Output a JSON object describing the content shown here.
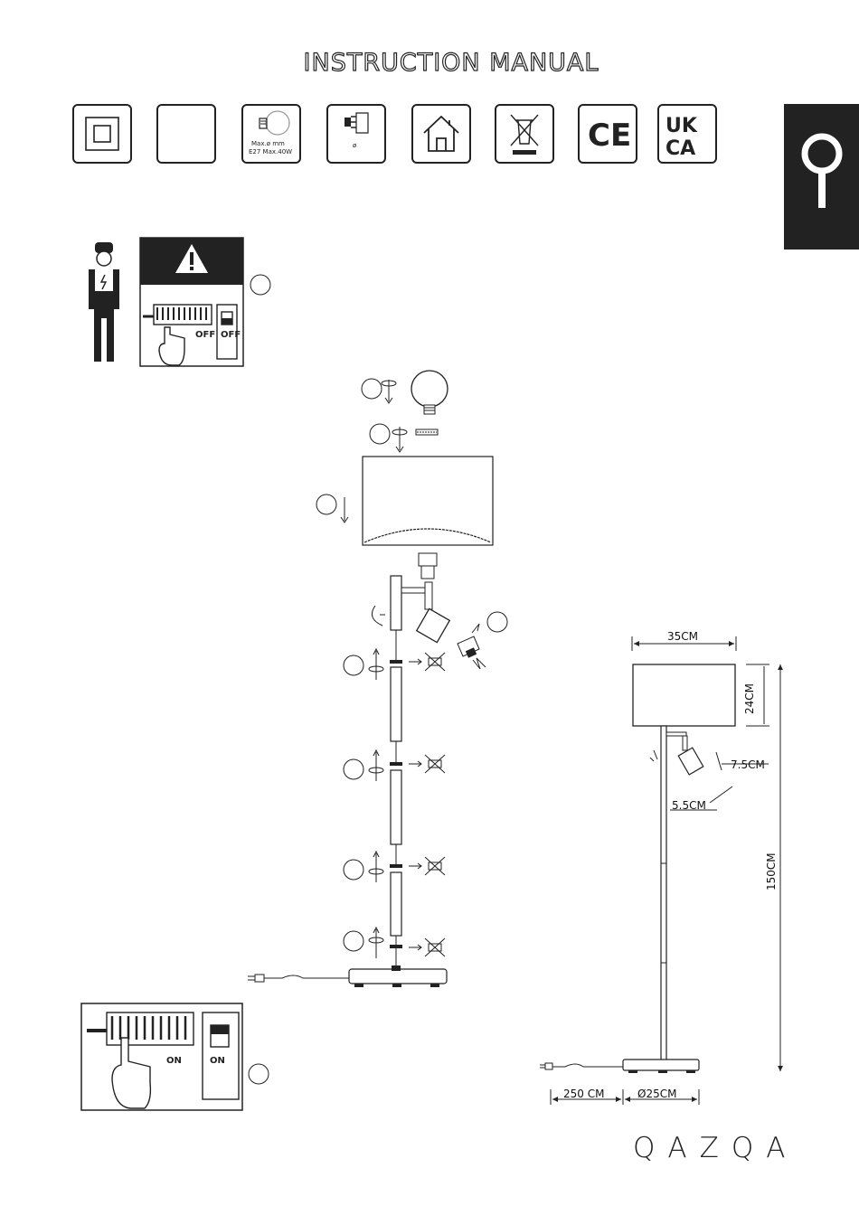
{
  "header": {
    "title": "INSTRUCTION MANUAL"
  },
  "icons": {
    "bulb": {
      "line1": "Max.ø     mm",
      "line2": "E27 Max.40W"
    },
    "spot": {
      "line1": "ø"
    },
    "ce": "CE",
    "ukca": {
      "line1": "UK",
      "line2": "CA"
    }
  },
  "safety": {
    "off_left": "OFF",
    "off_right": "OFF",
    "on_left": "ON",
    "on_right": "ON"
  },
  "dimensions": {
    "shade_width": "35CM",
    "shade_height": "24CM",
    "spot_length": "7.5CM",
    "spot_diameter": "5.5CM",
    "total_height": "150CM",
    "cable_length": "250 CM",
    "base_diameter": "Ø25CM"
  },
  "brand": {
    "name": "QAZQA"
  }
}
